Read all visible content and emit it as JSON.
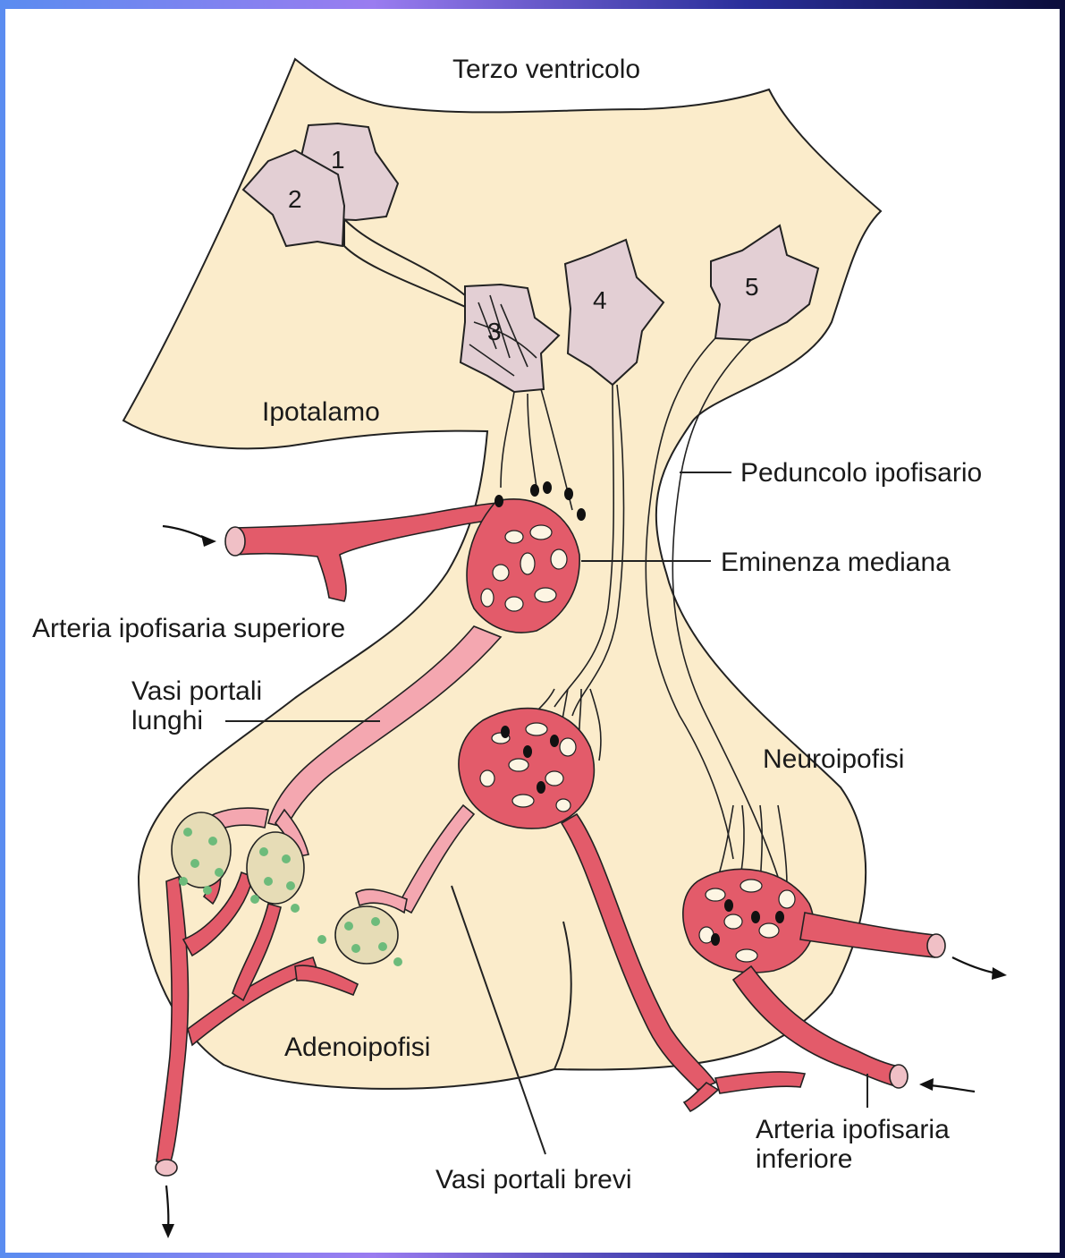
{
  "labels": {
    "third_ventricle": "Terzo ventricolo",
    "hypothalamus": "Ipotalamo",
    "pituitary_stalk": "Peduncolo ipofisario",
    "median_eminence": "Eminenza mediana",
    "superior_artery": "Arteria ipofisaria superiore",
    "long_portal_1": "Vasi portali",
    "long_portal_2": "lunghi",
    "neurohypophysis": "Neuroipofisi",
    "adenohypophysis": "Adenoipofisi",
    "short_portal": "Vasi portali brevi",
    "inferior_artery_1": "Arteria ipofisaria",
    "inferior_artery_2": "inferiore"
  },
  "neurons": [
    "1",
    "2",
    "3",
    "4",
    "5"
  ],
  "colors": {
    "tissue": "#fbeccb",
    "neuron": "#e3cfd4",
    "vessel": "#e35b6a",
    "vessel_pale": "#f4a7b0",
    "gland_cell": "#e6dcb6",
    "granule": "#6dbb7b"
  }
}
